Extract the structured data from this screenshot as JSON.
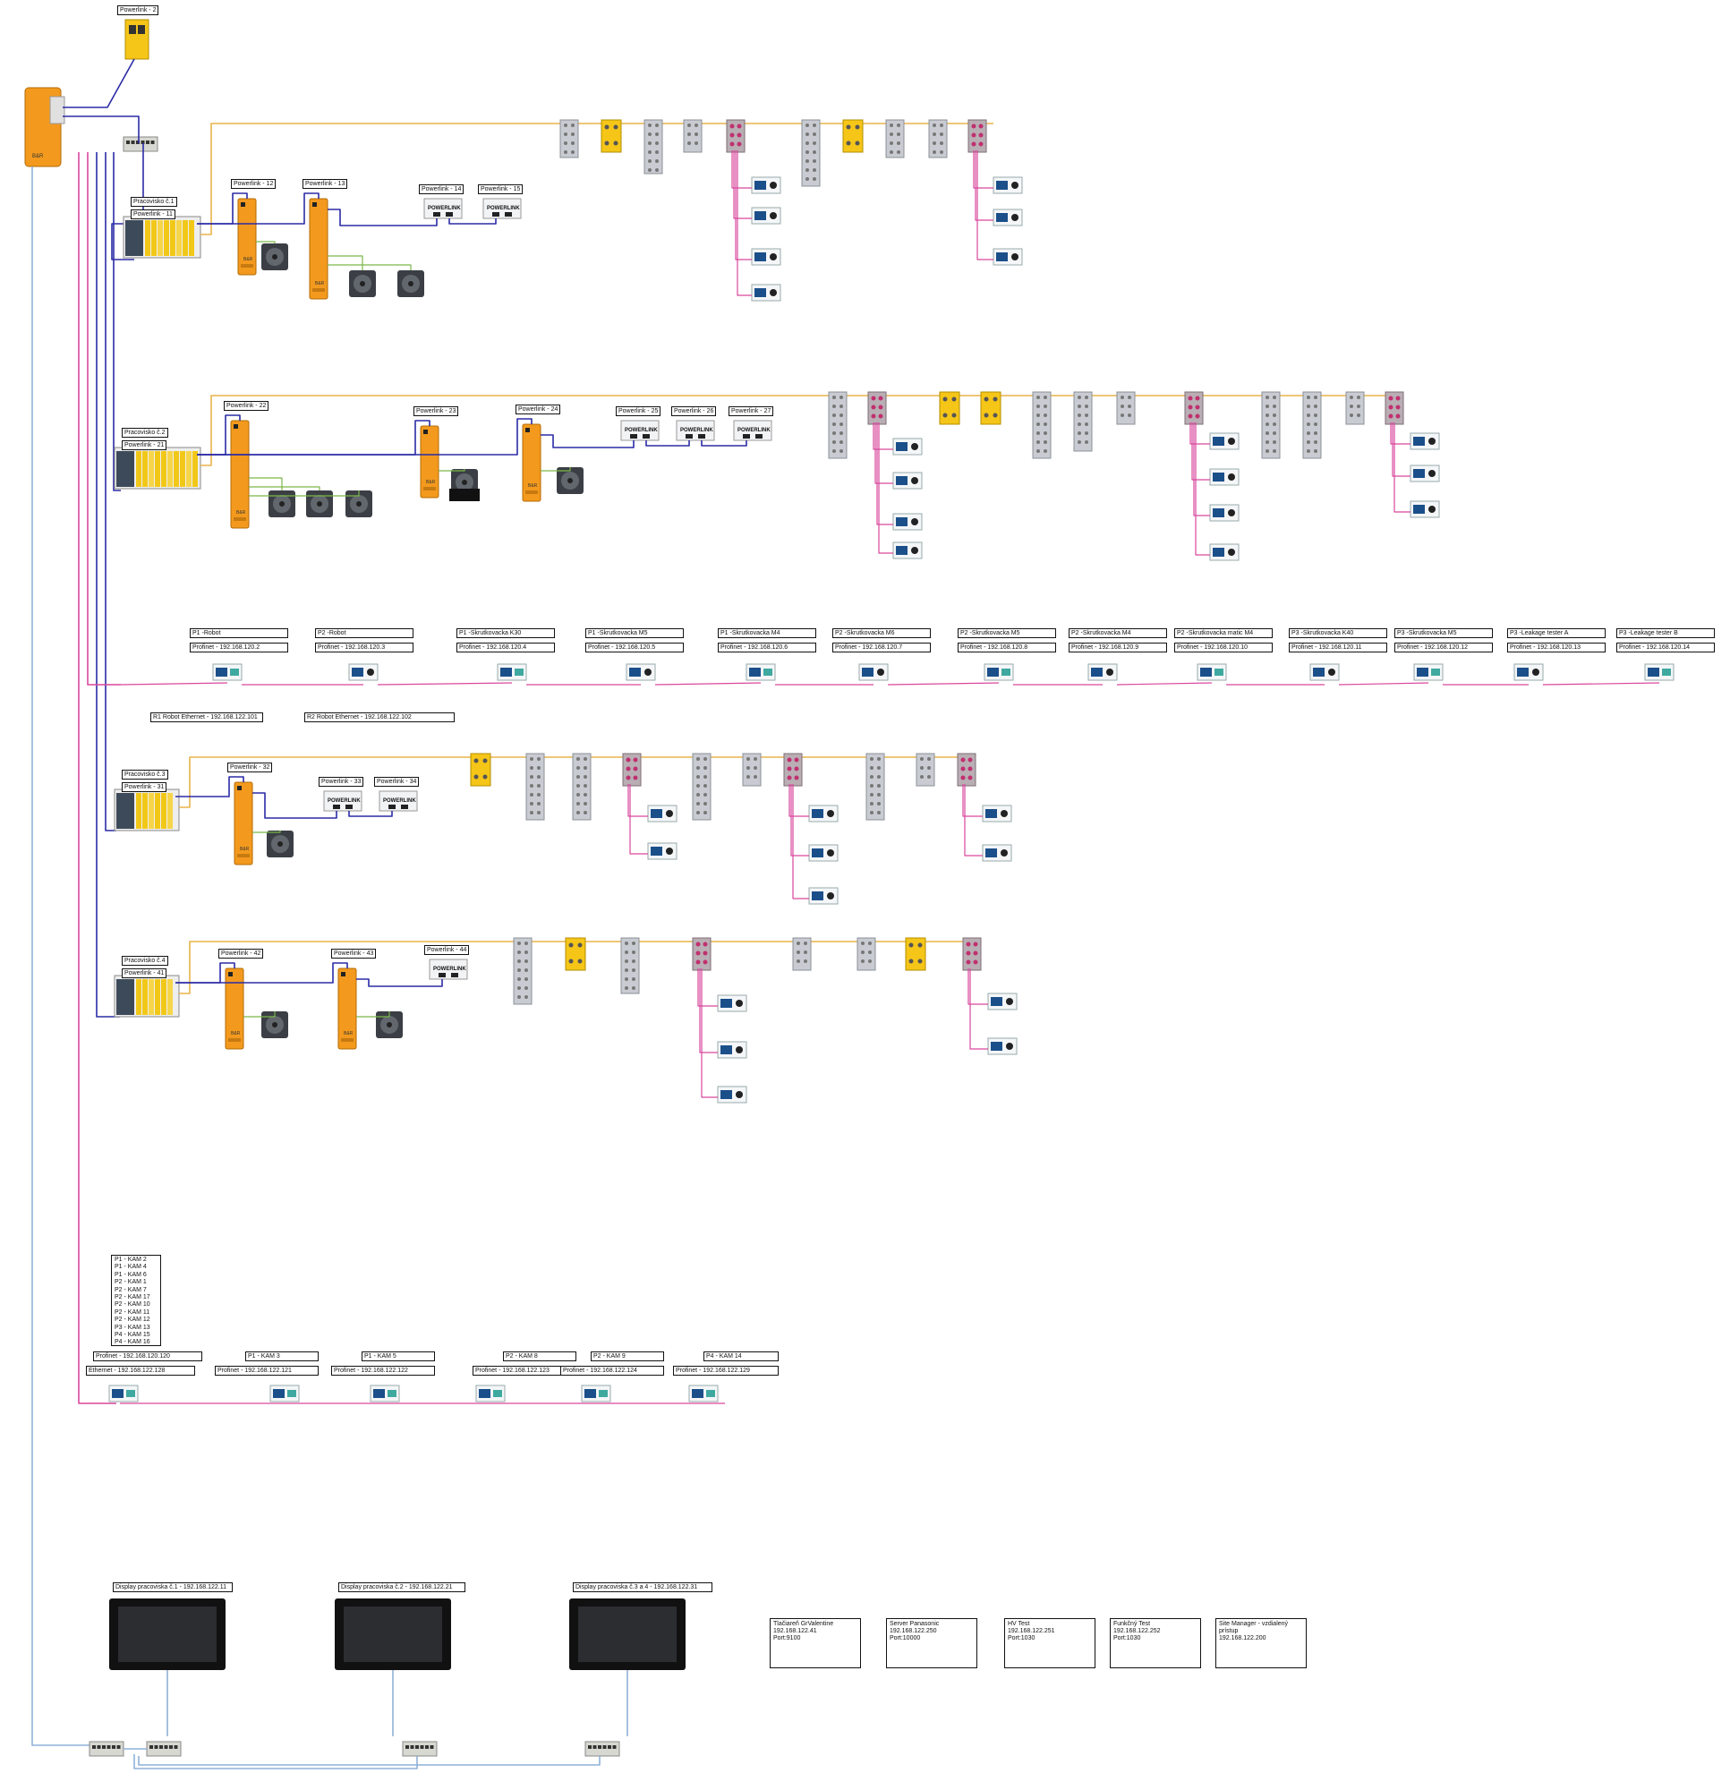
{
  "colors": {
    "powerlink": "#2b2ba6",
    "profinet": "#d9479c",
    "io_link": "#e8b44a",
    "ethernet": "#8fb1d9",
    "motor_cable": "#7ab648",
    "drive_orange": "#f39a1e",
    "io_yellow": "#f5c518",
    "io_gray": "#c8ccd2"
  },
  "top_label": "Powerlink - 2",
  "stations": [
    {
      "name": "Pracovisko č.1",
      "controller": "Powerlink - 11",
      "drives": [
        "Powerlink - 12",
        "Powerlink - 13"
      ],
      "couplers": [
        "Powerlink - 14",
        "Powerlink - 15"
      ]
    },
    {
      "name": "Pracovisko č.2",
      "controller": "Powerlink - 21",
      "drives": [
        "Powerlink - 22",
        "Powerlink - 23",
        "Powerlink - 24"
      ],
      "couplers": [
        "Powerlink - 25",
        "Powerlink - 26",
        "Powerlink - 27"
      ]
    },
    {
      "name": "Pracovisko č.3",
      "controller": "Powerlink - 31",
      "drives": [
        "Powerlink - 32"
      ],
      "couplers": [
        "Powerlink - 33",
        "Powerlink - 34"
      ]
    },
    {
      "name": "Pracovisko č.4",
      "controller": "Powerlink - 41",
      "drives": [
        "Powerlink - 42",
        "Powerlink - 43"
      ],
      "couplers": [
        "Powerlink - 44"
      ]
    }
  ],
  "coupler_text": "POWERLINK",
  "profinet_devices": [
    {
      "name": "P1 -Robot",
      "addr": "Profinet - 192.168.120.2"
    },
    {
      "name": "P2 -Robot",
      "addr": "Profinet - 192.168.120.3"
    },
    {
      "name": "P1 -Skrutkovacka K30",
      "addr": "Profinet - 192.168.120.4"
    },
    {
      "name": "P1 -Skrutkovacka M5",
      "addr": "Profinet - 192.168.120.5"
    },
    {
      "name": "P1 -Skrutkovacka M4",
      "addr": "Profinet - 192.168.120.6"
    },
    {
      "name": "P2 -Skrutkovacka M6",
      "addr": "Profinet - 192.168.120.7"
    },
    {
      "name": "P2 -Skrutkovacka M5",
      "addr": "Profinet - 192.168.120.8"
    },
    {
      "name": "P2 -Skrutkovacka M4",
      "addr": "Profinet - 192.168.120.9"
    },
    {
      "name": "P2 -Skrutkovacka matic M4",
      "addr": "Profinet - 192.168.120.10"
    },
    {
      "name": "P3 -Skrutkovacka K40",
      "addr": "Profinet - 192.168.120.11"
    },
    {
      "name": "P3 -Skrutkovacka M5",
      "addr": "Profinet - 192.168.120.12"
    },
    {
      "name": "P3 -Leakage tester A",
      "addr": "Profinet - 192.168.120.13"
    },
    {
      "name": "P3 -Leakage tester B",
      "addr": "Profinet - 192.168.120.14"
    }
  ],
  "robot_ethernet": [
    "R1 Robot Ethernet - 192.168.122.101",
    "R2 Robot Ethernet - 192.168.122.102"
  ],
  "camera_list": [
    "P1 - KAM 2",
    "P1 - KAM 4",
    "P1 - KAM 6",
    "P2 - KAM 1",
    "P2 - KAM 7",
    "P2 - KAM 17",
    "P2 - KAM 10",
    "P2 - KAM 11",
    "P2 - KAM 12",
    "P3 - KAM 13",
    "P4 - KAM 15",
    "P4 - KAM 16"
  ],
  "camera_devices": [
    {
      "name": "Profinet - 192.168.120.120",
      "addr": "Ethernet - 192.168.122.128"
    },
    {
      "name": "P1 - KAM 3",
      "addr": "Profinet - 192.168.122.121"
    },
    {
      "name": "P1 - KAM 5",
      "addr": "Profinet - 192.168.122.122"
    },
    {
      "name": "P2 - KAM 8",
      "addr": "Profinet - 192.168.122.123"
    },
    {
      "name": "P2 - KAM 9",
      "addr": "Profinet - 192.168.122.124"
    },
    {
      "name": "P4 - KAM 14",
      "addr": "Profinet - 192.168.122.129"
    }
  ],
  "displays": [
    "Display pracoviska č.1 - 192.168.122.11",
    "Display pracoviska č.2 - 192.168.122.21",
    "Display pracoviska č.3 a 4 - 192.168.122.31"
  ],
  "servers": [
    {
      "lines": [
        "Tlačiareň GrValentine",
        "192.168.122.41",
        "Port:9100"
      ]
    },
    {
      "lines": [
        "Server Panasonic",
        "192.168.122.250",
        "Port:10000"
      ]
    },
    {
      "lines": [
        "HV Test",
        "192.168.122.251",
        "Port:1030"
      ]
    },
    {
      "lines": [
        "Funkčný Test",
        "192.168.122.252",
        "Port:1030"
      ]
    },
    {
      "lines": [
        "Site Manager - vzdialený",
        "prístup",
        "192.168.122.200"
      ]
    }
  ],
  "plc_logo": "B&R"
}
